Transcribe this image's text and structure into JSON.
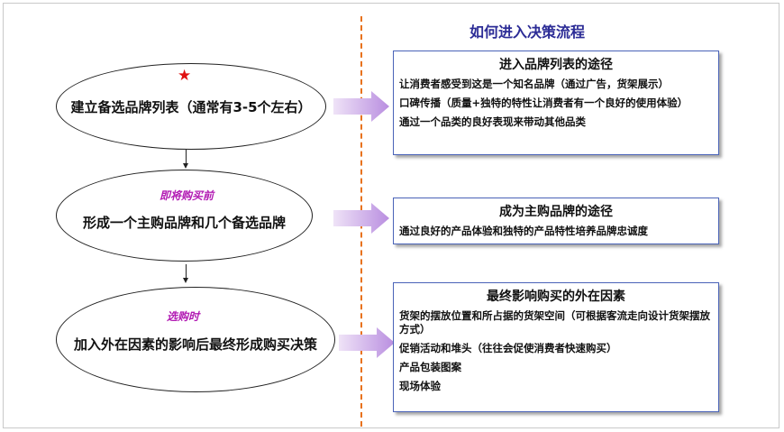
{
  "header": {
    "title": "如何进入决策流程"
  },
  "steps": [
    {
      "label": "建立备选品牌列表（通常有3-5个左右）"
    },
    {
      "stage": "即将购买前",
      "label": "形成一个主购品牌和几个备选品牌"
    },
    {
      "stage": "选购时",
      "label": "加入外在因素的影响后最终形成购买决策"
    }
  ],
  "boxes": [
    {
      "title": "进入品牌列表的途径",
      "items": [
        "让消费者感受到这是一个知名品牌（通过广告，货架展示）",
        "口碑传播（质量+独特的特性让消费者有一个良好的使用体验）",
        "通过一个品类的良好表现来带动其他品类"
      ]
    },
    {
      "title": "成为主购品牌的途径",
      "items": [
        "通过良好的产品体验和独特的产品特性培养品牌忠诚度"
      ]
    },
    {
      "title": "最终影响购买的外在因素",
      "items": [
        "货架的摆放位置和所占据的货架空间（可根据客流走向设计货架摆放方式）",
        "促销活动和堆头（往往会促使消费者快速购买）",
        "产品包装图案",
        "现场体验"
      ]
    }
  ],
  "colors": {
    "divider": "#e8721d",
    "title": "#2c2c96",
    "stage": "#b21bb3",
    "star": "#e01010",
    "box_border": "#4a63b8",
    "arrow_light": "#efe3f7",
    "arrow_dark": "#b98ee0"
  },
  "icons": {
    "star": "red-star-icon",
    "arrow": "right-arrow-icon"
  }
}
